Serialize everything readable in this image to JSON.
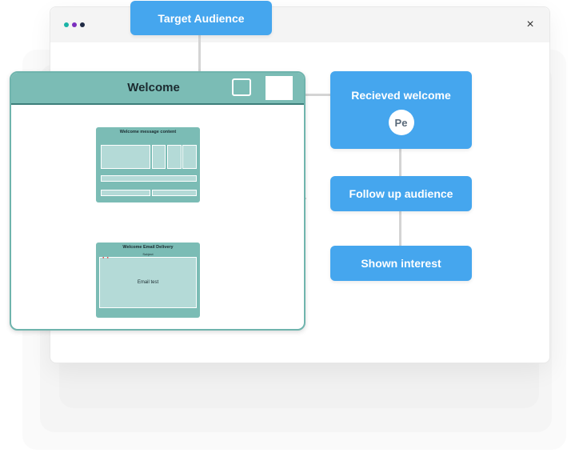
{
  "window": {
    "close_label": "×",
    "dots": [
      "#1ab3a6",
      "#7b2fbe",
      "#1f2a44"
    ]
  },
  "flow": {
    "target_audience": "Target Audience",
    "received_welcome": "Recieved welcome",
    "avatar_initials": "Pe",
    "follow_up": "Follow up audience",
    "shown_interest": "Shown interest"
  },
  "welcome_panel": {
    "title": "Welcome",
    "message_card_title": "Welcome message content",
    "email_card_title": "Welcome Email Delivery",
    "email_card_subtitle": "Subject",
    "email_card_body": "Email test"
  },
  "colors": {
    "accent": "#45a6ee",
    "panel": "#7bbcb5",
    "panel_border": "#3d7f7a"
  }
}
